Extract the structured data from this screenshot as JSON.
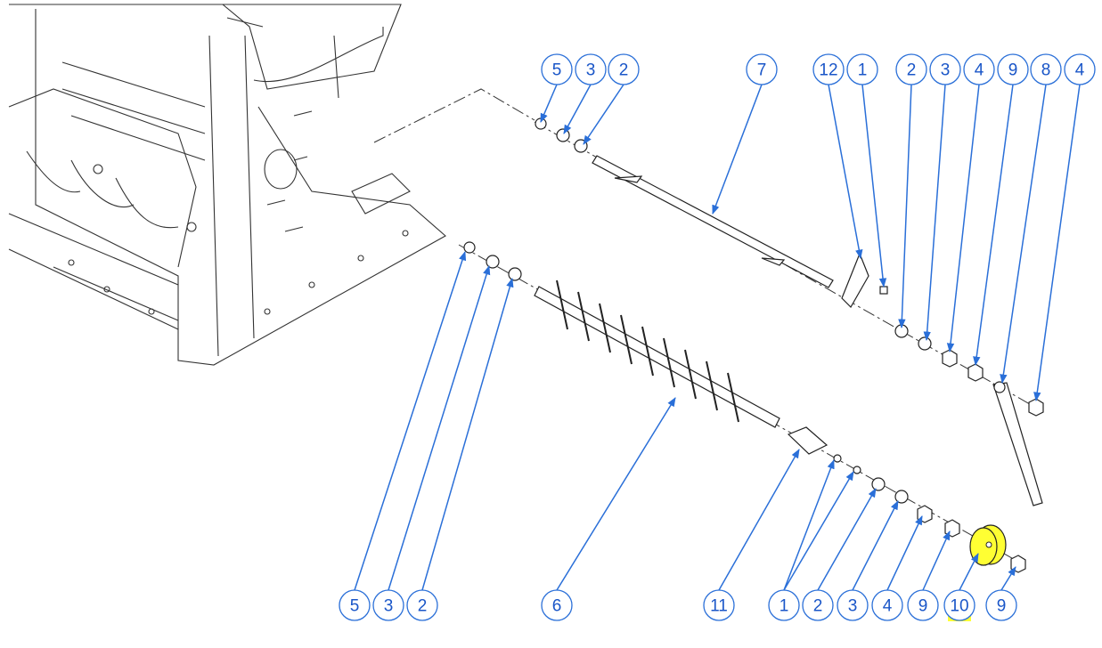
{
  "diagram": {
    "type": "exploded-parts-assembly",
    "callouts_top": [
      "5",
      "3",
      "2",
      "7",
      "12",
      "1",
      "2",
      "3",
      "4",
      "9",
      "8",
      "4"
    ],
    "callouts_bottom": [
      "5",
      "3",
      "2",
      "6",
      "11",
      "1",
      "2",
      "3",
      "4",
      "9",
      "10",
      "9"
    ],
    "highlighted_callout": "10",
    "highlight_color": "#ffff33",
    "callout_color": "#2a6fd8"
  }
}
